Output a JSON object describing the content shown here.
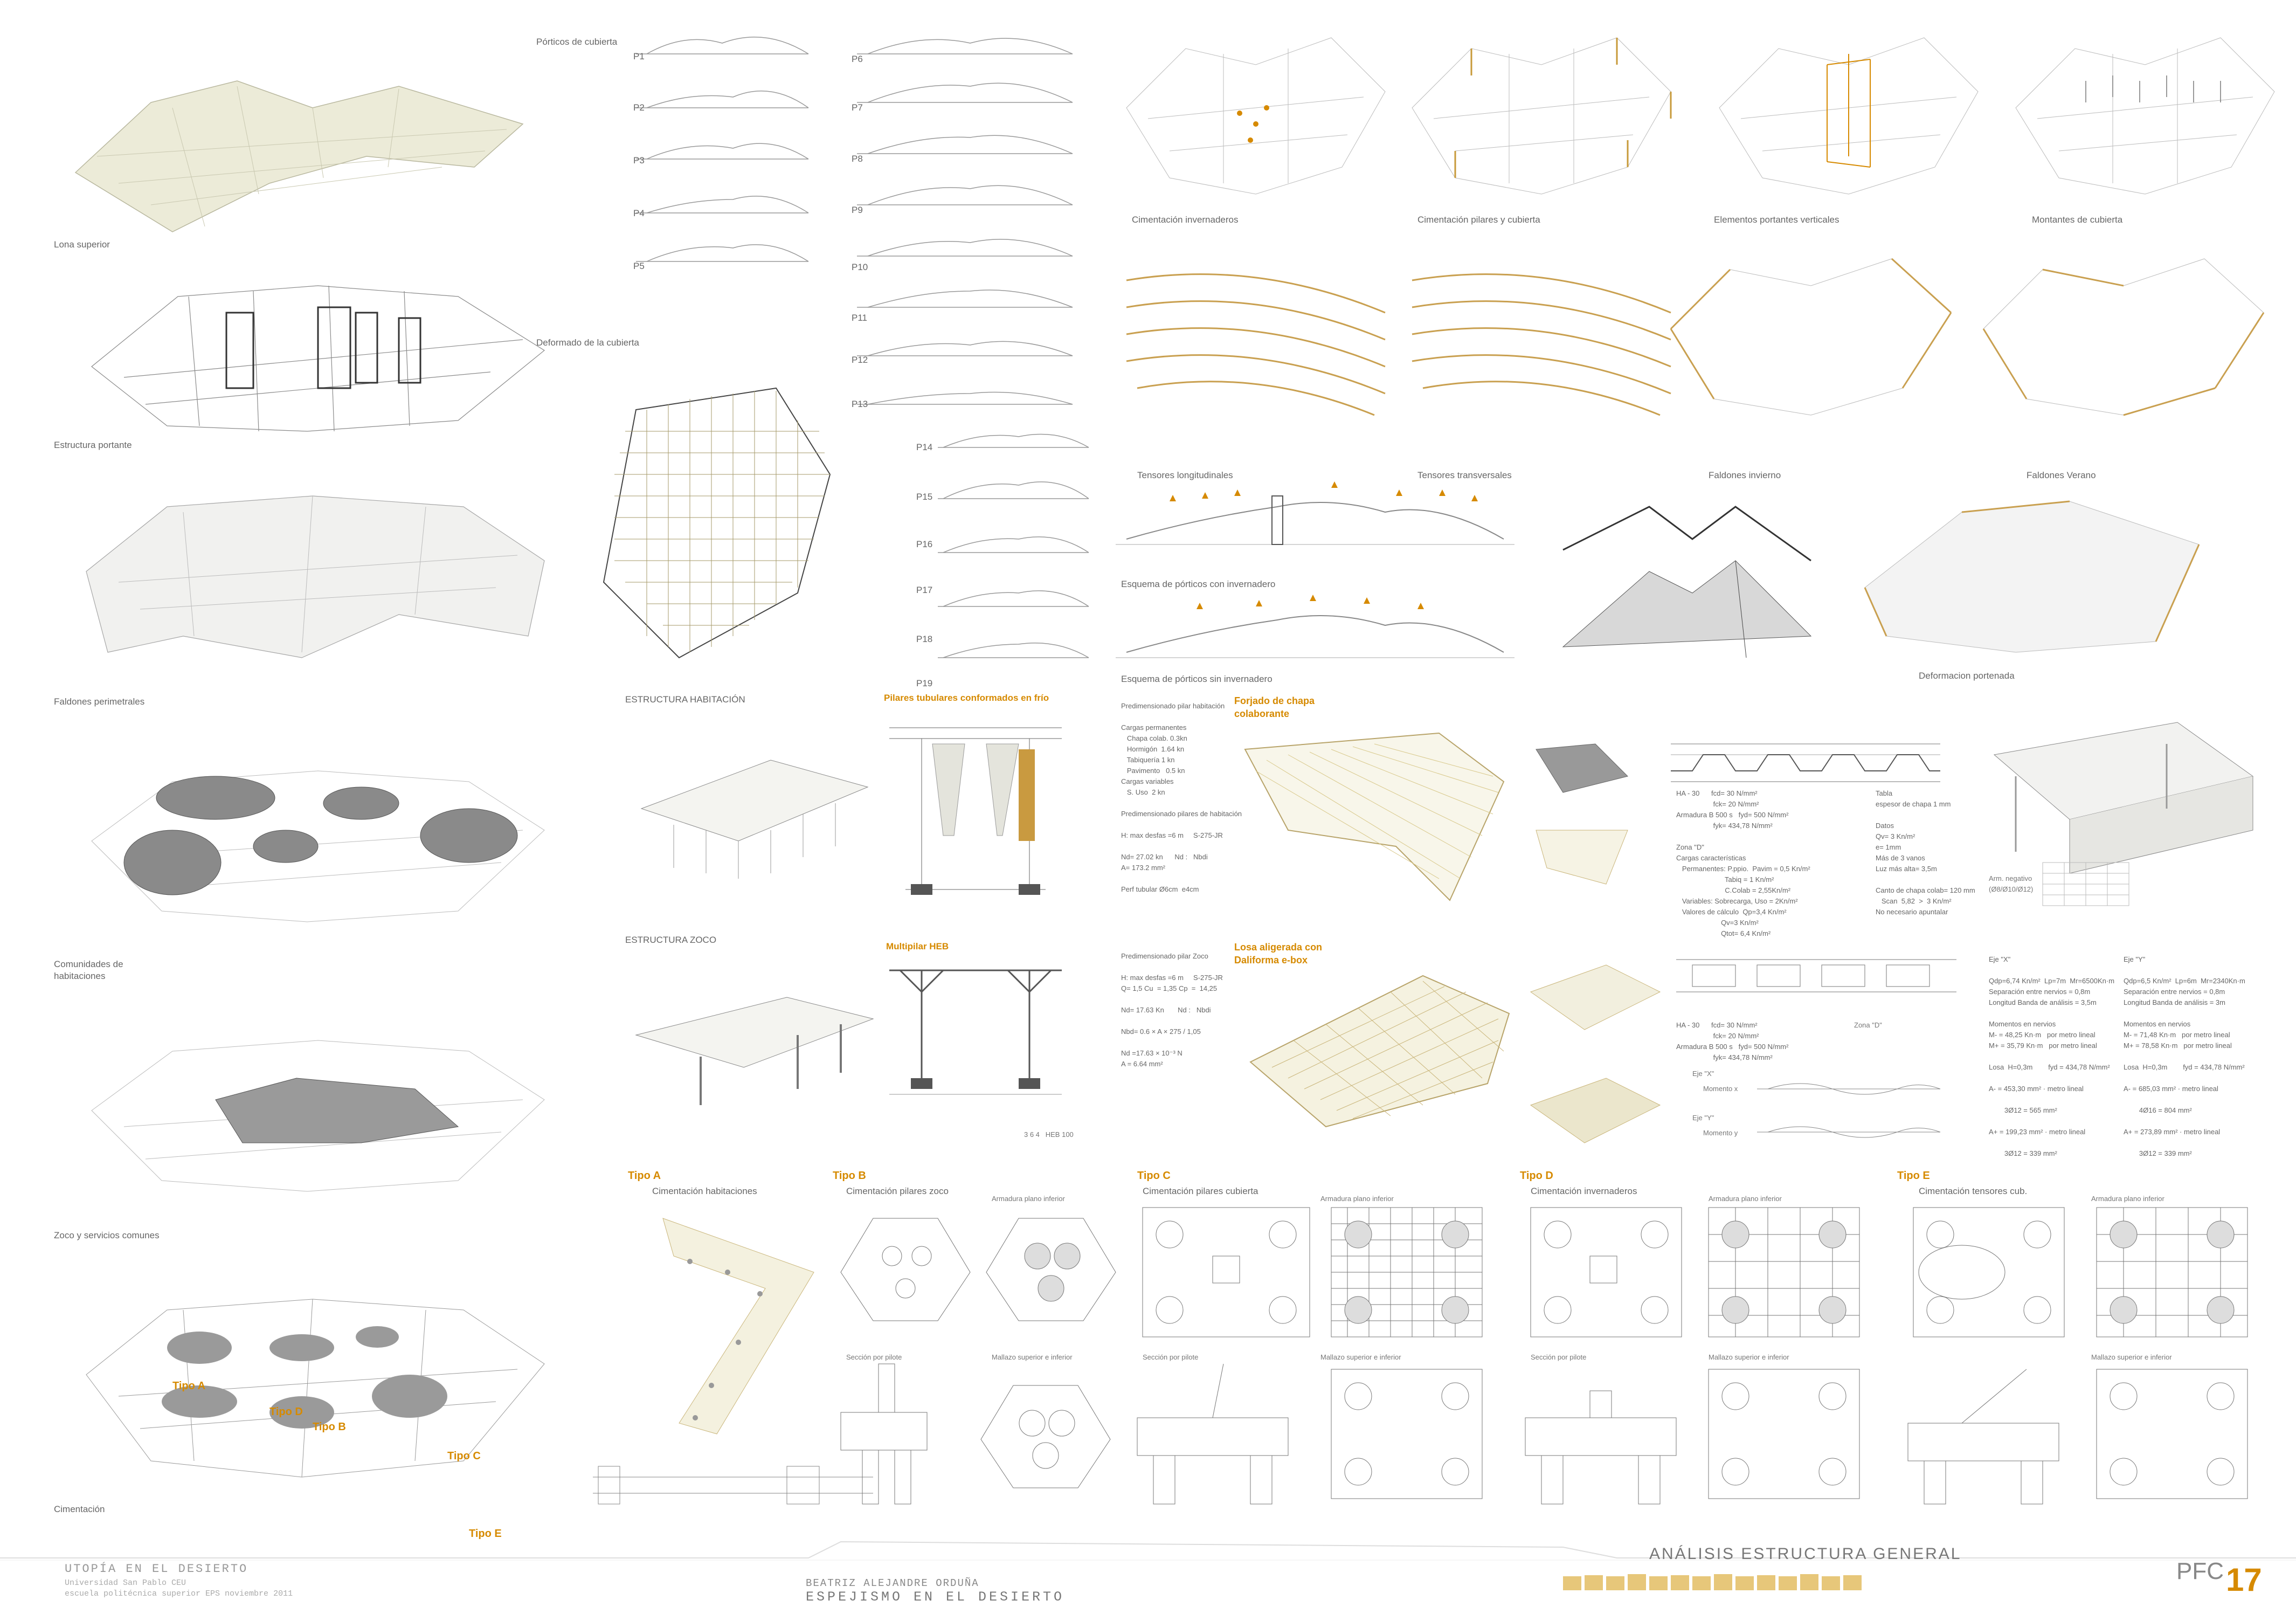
{
  "col1": {
    "labels": [
      "Lona superior",
      "Estructura portante",
      "Faldones perimetrales",
      "Comunidades de\nhabitaciones",
      "Zoco y servicios comunes",
      "Cimentación"
    ],
    "tipos": [
      "Tipo A",
      "Tipo D",
      "Tipo B",
      "Tipo C",
      "Tipo E"
    ]
  },
  "porticos": {
    "title": "Pórticos de cubierta",
    "left": [
      "P1",
      "P2",
      "P3",
      "P4",
      "P5"
    ],
    "right": [
      "P6",
      "P7",
      "P8",
      "P9",
      "P10",
      "P11",
      "P12",
      "P13"
    ],
    "lower": [
      "P14",
      "P15",
      "P16",
      "P17",
      "P18",
      "P19"
    ],
    "deformado": "Deformado de la cubierta"
  },
  "grid_top": [
    "Cimentación invernaderos",
    "Cimentación pilares y cubierta",
    "Elementos portantes verticales",
    "Montantes de cubierta"
  ],
  "tensores": {
    "longitudinales": "Tensores longitudinales",
    "transversales": "Tensores transversales",
    "con_inv": "Esquema de pórticos con invernadero",
    "sin_inv": "Esquema de pórticos sin invernadero",
    "faldones_invierno": "Faldones invierno",
    "faldones_verano": "Faldones Verano",
    "deformacion": "Deformacion portenada"
  },
  "habitacion": {
    "estructura_habitacion": "ESTRUCTURA HABITACIÓN",
    "estructura_zoco": "ESTRUCTURA ZOCO",
    "pilares": "Pilares tubulares conformados en frío",
    "multipilar": "Multipilar HEB",
    "heb": "3 6 4   HEB 100",
    "forjado": "Forjado de chapa\ncolaborante",
    "losa": "Losa aligerada con\nDaliforma e-box"
  },
  "calc": {
    "pred1": "Predimensionado pilar habitación\n\nCargas permanentes\n   Chapa colab. 0.3kn\n   Hormigón  1.64 kn\n   Tabiquería 1 kn\n   Pavimento   0.5 kn\nCargas variables\n   S. Uso  2 kn\n\nPredimensionado pilares de habitación\n\nH: max desfas =6 m     S-275-JR\n\nNd= 27.02 kn      Nd :   Nbdi\nA= 173.2 mm²\n\nPerf tubular Ø6cm  e4cm",
    "pred2": "Predimensionado pilar Zoco\n\nH: max desfas =6 m     S-275-JR\nQ= 1,5 Cu  = 1,35 Cp  =  14,25\n\nNd= 17.63 Kn       Nd :   Nbdi\n\nNbd= 0.6 × A × 275 / 1,05\n\nNd =17.63 × 10⁻³ N\nA = 6.64 mm²",
    "forjado_left": "HA - 30      fcd= 30 N/mm²\n                   fck= 20 N/mm²\nArmadura B 500 s   fyd= 500 N/mm²\n                   fyk= 434,78 N/mm²\n\nZona \"D\"\nCargas características\n   Permanentes: P.ppio.  Pavim = 0,5 Kn/m²\n                         Tabiq = 1 Kn/m²\n                         C.Colab = 2,55Kn/m²\n   Variables: Sobrecarga, Uso = 2Kn/m²\n   Valores de cálculo  Qp=3,4 Kn/m²\n                       Qv=3 Kn/m²\n                       Qtot= 6,4 Kn/m²",
    "forjado_right": "Tabla\nespesor de chapa 1 mm\n\nDatos\nQv= 3 Kn/m²\ne= 1mm\nMás de 3 vanos\nLuz más alta= 3,5m\n\nCanto de chapa colab= 120 mm\n   Scan  5,82  >  3 Kn/m²\nNo necesario apuntalar",
    "tabla": "Arm. negativo\n(Ø8/Ø10/Ø12)",
    "losa_left": "HA - 30      fcd= 30 N/mm²\n                   fck= 20 N/mm²\nArmadura B 500 s   fyd= 500 N/mm²\n                   fyk= 434,78 N/mm²",
    "zona_d": "Zona \"D\"",
    "eje_x1": "Eje \"X\"",
    "eje_y1": "Eje \"Y\"",
    "momento1": "Momento x",
    "momento2": "Momento y",
    "eje_x": "Eje \"X\"\n\nQdp=6,74 Kn/m²  Lp=7m  Mr=6500Kn·m\nSeparación entre nervios = 0,8m\nLongitud Banda de análisis = 3,5m\n\nMomentos en nervios\nM- = 48,25 Kn·m   por metro lineal\nM+ = 35,79 Kn·m   por metro lineal\n\nLosa  H=0,3m        fyd = 434,78 N/mm²\n\nA- = 453,30 mm² · metro lineal\n\n        3Ø12 = 565 mm²\n\nA+ = 199,23 mm² · metro lineal\n\n        3Ø12 = 339 mm²",
    "eje_y": "Eje \"Y\"\n\nQdp=6,5 Kn/m²  Lp=6m  Mr=2340Kn·m\nSeparación entre nervios = 0,8m\nLongitud Banda de análisis = 3m\n\nMomentos en nervios\nM- = 71,48 Kn·m   por metro lineal\nM+ = 78,58 Kn·m   por metro lineal\n\nLosa  H=0,3m        fyd = 434,78 N/mm²\n\nA- = 685,03 mm² · metro lineal\n\n        4Ø16 = 804 mm²\n\nA+ = 273,89 mm² · metro lineal\n\n        3Ø12 = 339 mm²"
  },
  "cimentacion": {
    "tipoA": "Tipo  A",
    "tipoA_sub": "Cimentación habitaciones",
    "tipoB": "Tipo  B",
    "tipoB_sub": "Cimentación pilares zoco",
    "tipoC": "Tipo  C",
    "tipoC_sub": "Cimentación pilares cubierta",
    "tipoD": "Tipo  D",
    "tipoD_sub": "Cimentación invernaderos",
    "tipoE": "Tipo  E",
    "tipoE_sub": "Cimentación tensores cub.",
    "armadura_inf": "Armadura plano inferior",
    "mallazo": "Mallazo superior e inferior",
    "seccion": "Sección por pilote"
  },
  "footer": {
    "left_title": "UTOPÍA EN EL DESIERTO",
    "left_sub1": "Universidad San Pablo CEU",
    "left_sub2": "escuela politécnica superior EPS   noviembre 2011",
    "author": "BEATRIZ ALEJANDRE ORDUÑA",
    "project": "ESPEJISMO EN EL DESIERTO",
    "section": "ANÁLISIS ESTRUCTURA GENERAL",
    "pfc": "PFC",
    "num": "17"
  },
  "colors": {
    "accent": "#d68a00",
    "line": "#999999",
    "gold": "#c8a050"
  }
}
